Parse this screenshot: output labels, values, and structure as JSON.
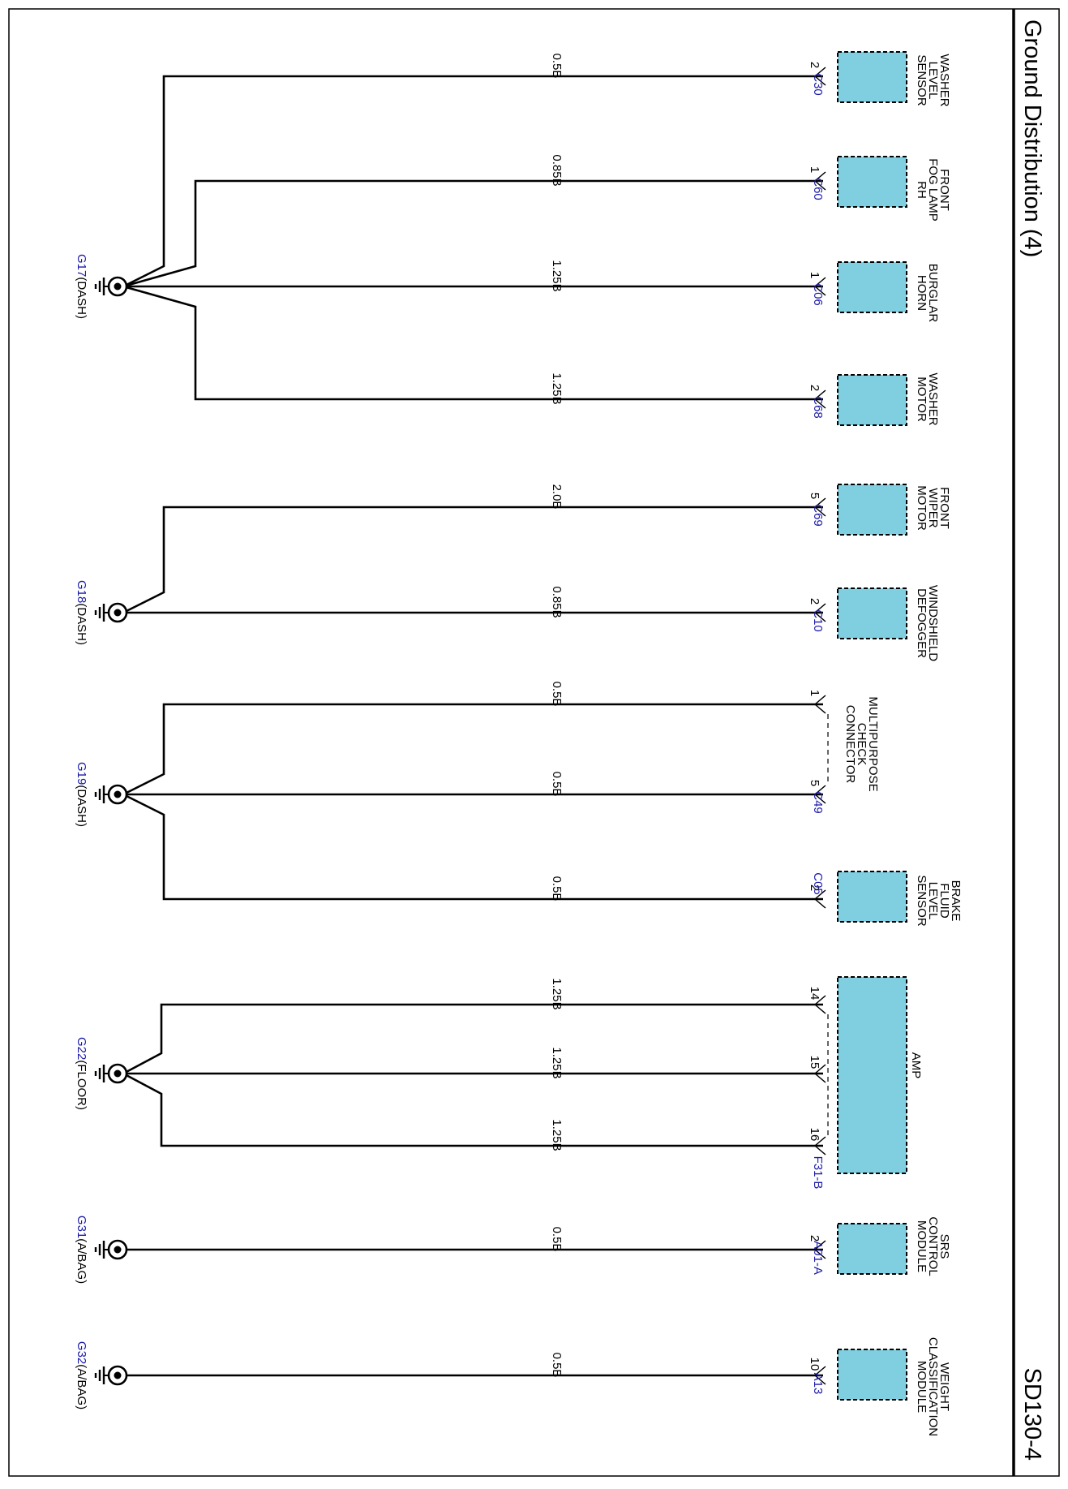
{
  "title": "Ground Distribution (4)",
  "page_code": "SD130-4",
  "colors": {
    "wire": "#000000",
    "component_fill": "#7fcfe0",
    "connector_code": "#1a1aa8",
    "ground_code": "#1a1aa8",
    "text": "#000000",
    "border": "#000000"
  },
  "grounds": [
    {
      "id": "g17",
      "code": "G17",
      "location": "(DASH)"
    },
    {
      "id": "g18",
      "code": "G18",
      "location": "(DASH)"
    },
    {
      "id": "g19",
      "code": "G19",
      "location": "(DASH)"
    },
    {
      "id": "g22",
      "code": "G22",
      "location": "(FLOOR)"
    },
    {
      "id": "g31",
      "code": "G31",
      "location": "(A/BAG)"
    },
    {
      "id": "g32",
      "code": "G32",
      "location": "(A/BAG)"
    }
  ],
  "components": [
    {
      "id": "washer-level-sensor",
      "name_lines": [
        "WASHER",
        "LEVEL",
        "SENSOR"
      ],
      "connector": "C30"
    },
    {
      "id": "front-fog-lamp-rh",
      "name_lines": [
        "FRONT",
        "FOG LAMP",
        "RH"
      ],
      "connector": "C60"
    },
    {
      "id": "burglar-horn",
      "name_lines": [
        "BURGLAR",
        "HORN"
      ],
      "connector": "C06"
    },
    {
      "id": "washer-motor",
      "name_lines": [
        "WASHER",
        "MOTOR"
      ],
      "connector": "C68"
    },
    {
      "id": "front-wiper-motor",
      "name_lines": [
        "FRONT",
        "WIPER",
        "MOTOR"
      ],
      "connector": "C69"
    },
    {
      "id": "windshield-defogger",
      "name_lines": [
        "WINDSHIELD",
        "DEFOGGER"
      ],
      "connector": "C10"
    },
    {
      "id": "multipurpose-check-connector",
      "name_lines": [
        "MULTIPURPOSE",
        "CHECK",
        "CONNECTOR"
      ],
      "connector": "C49"
    },
    {
      "id": "brake-fluid-level-sensor",
      "name_lines": [
        "BRAKE",
        "FLUID",
        "LEVEL",
        "SENSOR"
      ],
      "connector": "C05"
    },
    {
      "id": "amp",
      "name_lines": [
        "AMP"
      ],
      "connector": "F31-B"
    },
    {
      "id": "srs-control-module",
      "name_lines": [
        "SRS",
        "CONTROL",
        "MODULE"
      ],
      "connector": "A01-A"
    },
    {
      "id": "weight-classification-module",
      "name_lines": [
        "WEIGHT",
        "CLASSIFICATION",
        "MODULE"
      ],
      "connector": "A13"
    }
  ],
  "wires": [
    {
      "ground": "g17",
      "component": "washer-level-sensor",
      "pin": "2",
      "spec": "0.5B"
    },
    {
      "ground": "g17",
      "component": "front-fog-lamp-rh",
      "pin": "1",
      "spec": "0.85B"
    },
    {
      "ground": "g17",
      "component": "burglar-horn",
      "pin": "1",
      "spec": "1.25B"
    },
    {
      "ground": "g17",
      "component": "washer-motor",
      "pin": "2",
      "spec": "1.25B"
    },
    {
      "ground": "g18",
      "component": "front-wiper-motor",
      "pin": "5",
      "spec": "2.0B"
    },
    {
      "ground": "g18",
      "component": "windshield-defogger",
      "pin": "2",
      "spec": "0.85B"
    },
    {
      "ground": "g19",
      "component": "multipurpose-check-connector",
      "pin": "1",
      "spec": "0.5B"
    },
    {
      "ground": "g19",
      "component": "multipurpose-check-connector",
      "pin": "5",
      "spec": "0.5B"
    },
    {
      "ground": "g19",
      "component": "brake-fluid-level-sensor",
      "pin": "2",
      "spec": "0.5B"
    },
    {
      "ground": "g22",
      "component": "amp",
      "pin": "14",
      "spec": "1.25B"
    },
    {
      "ground": "g22",
      "component": "amp",
      "pin": "15",
      "spec": "1.25B"
    },
    {
      "ground": "g22",
      "component": "amp",
      "pin": "16",
      "spec": "1.25B"
    },
    {
      "ground": "g31",
      "component": "srs-control-module",
      "pin": "2",
      "spec": "0.5B"
    },
    {
      "ground": "g32",
      "component": "weight-classification-module",
      "pin": "10",
      "spec": "0.5B"
    }
  ]
}
